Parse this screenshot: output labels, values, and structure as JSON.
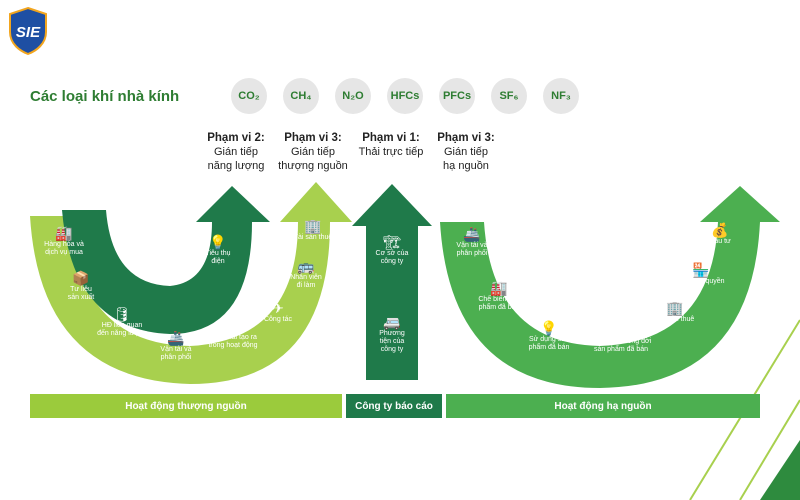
{
  "colors": {
    "dark_green": "#1f7a4a",
    "mid_green": "#3fa74a",
    "light_green": "#8dc63f",
    "lime": "#a8d04e",
    "upstream_bar": "#9bcb3c",
    "company_bar": "#1f7a4a",
    "downstream_bar": "#4caf50",
    "gas_bg": "#e6e6e6"
  },
  "logo": {
    "text": "SIE"
  },
  "title": "Các loại khí nhà kính",
  "gases": [
    "CO₂",
    "CH₄",
    "N₂O",
    "HFCs",
    "PFCs",
    "SF₆",
    "NF₃"
  ],
  "scopes": [
    {
      "title": "Phạm vi 2:",
      "line1": "Gián tiếp",
      "line2": "năng lượng"
    },
    {
      "title": "Phạm vi 3:",
      "line1": "Gián tiếp",
      "line2": "thượng nguồn"
    },
    {
      "title": "Phạm vi 1:",
      "line1": "Thải trực tiếp",
      "line2": ""
    },
    {
      "title": "Phạm vi 3:",
      "line1": "Gián tiếp",
      "line2": "hạ nguồn"
    }
  ],
  "upstream_items": [
    {
      "icon": "building-icon",
      "line1": "Hàng hóa và",
      "line2": "dịch vụ mua",
      "line3": ""
    },
    {
      "icon": "boxes-icon",
      "line1": "Tư liệu",
      "line2": "sản xuất",
      "line3": ""
    },
    {
      "icon": "barrel-icon",
      "line1": "HĐ liên quan",
      "line2": "đến năng lượng",
      "line3": ""
    },
    {
      "icon": "ship-icon",
      "line1": "Vận tải và",
      "line2": "phân phối",
      "line3": ""
    },
    {
      "icon": "trash-icon",
      "line1": "Chất thải tạo ra",
      "line2": "trong hoạt động",
      "line3": ""
    },
    {
      "icon": "plane-icon",
      "line1": "Công tác",
      "line2": "",
      "line3": ""
    },
    {
      "icon": "bus-icon",
      "line1": "Nhân viên",
      "line2": "đi làm",
      "line3": ""
    },
    {
      "icon": "office-icon",
      "line1": "Tài sản thuê",
      "line2": "",
      "line3": ""
    }
  ],
  "energy_item": {
    "icon": "lightbulb-icon",
    "line1": "Tiêu thụ",
    "line2": "điện"
  },
  "company_items": [
    {
      "icon": "factory-icon",
      "line1": "Cơ sở của",
      "line2": "công ty",
      "line3": ""
    },
    {
      "icon": "van-icon",
      "line1": "Phương",
      "line2": "tiện của",
      "line3": "công ty"
    }
  ],
  "downstream_items": [
    {
      "icon": "ship-icon",
      "line1": "Vận tải và",
      "line2": "phân phối"
    },
    {
      "icon": "factory-icon",
      "line1": "Chế biến sản",
      "line2": "phẩm đã bán"
    },
    {
      "icon": "bulb-icon",
      "line1": "Sử dụng sản",
      "line2": "phẩm đã bán"
    },
    {
      "icon": "recycle-icon",
      "line1": "Xử lý cuối vòng đời",
      "line2": "sản phẩm đã bán"
    },
    {
      "icon": "office-icon",
      "line1": "Tài sản thuê",
      "line2": ""
    },
    {
      "icon": "store-icon",
      "line1": "Nhượng quyền",
      "line2": ""
    },
    {
      "icon": "money-bag-icon",
      "line1": "Đầu tư",
      "line2": ""
    }
  ],
  "bars": {
    "upstream": "Hoạt động thượng nguồn",
    "company": "Công ty báo cáo",
    "downstream": "Hoạt động hạ nguồn"
  }
}
